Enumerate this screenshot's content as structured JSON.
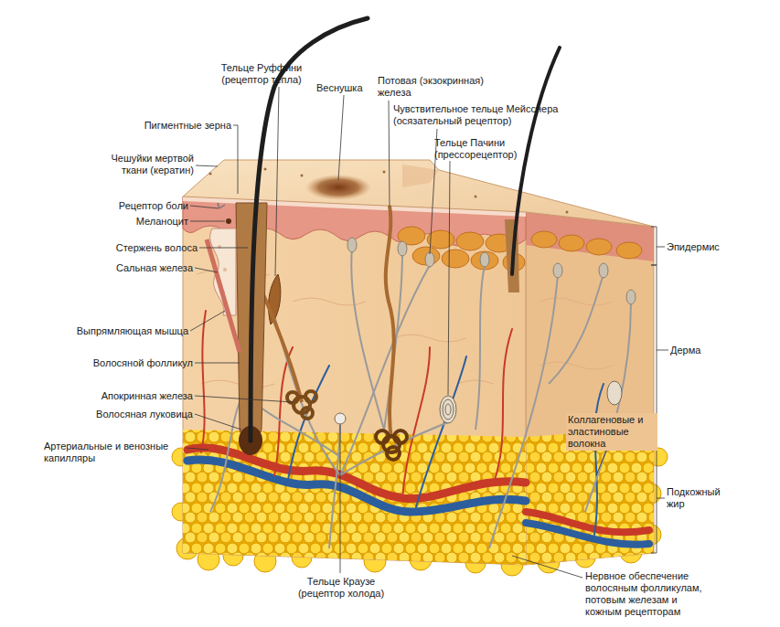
{
  "diagram": {
    "labels": [
      "Тельце Руффини (рецептор тепла)",
      "Веснушка",
      "Потовая (экзокринная) железа",
      "Чувствительное тельце Мейсснера (осязательный рецептор)",
      "Пигментные зерна",
      "Тельце Пачини (прессорецептор)",
      "Чешуйки мертвой ткани (кератин)",
      "Рецептор боли",
      "Меланоцит",
      "Эпидермис",
      "Стержень волоса",
      "Сальная железа",
      "Дерма",
      "Выпрямляющая мышца",
      "Волосяной фолликул",
      "Апокринная железа",
      "Волосяная луковица",
      "Артериальные и венозные капилляры",
      "Коллагеновые и эластиновые волокна",
      "Подкожный жир",
      "Тельце Краузе (рецептор холода)",
      "Нервное обеспечение волосяным фолликулам, потовым железам и кожным рецепторам"
    ]
  }
}
